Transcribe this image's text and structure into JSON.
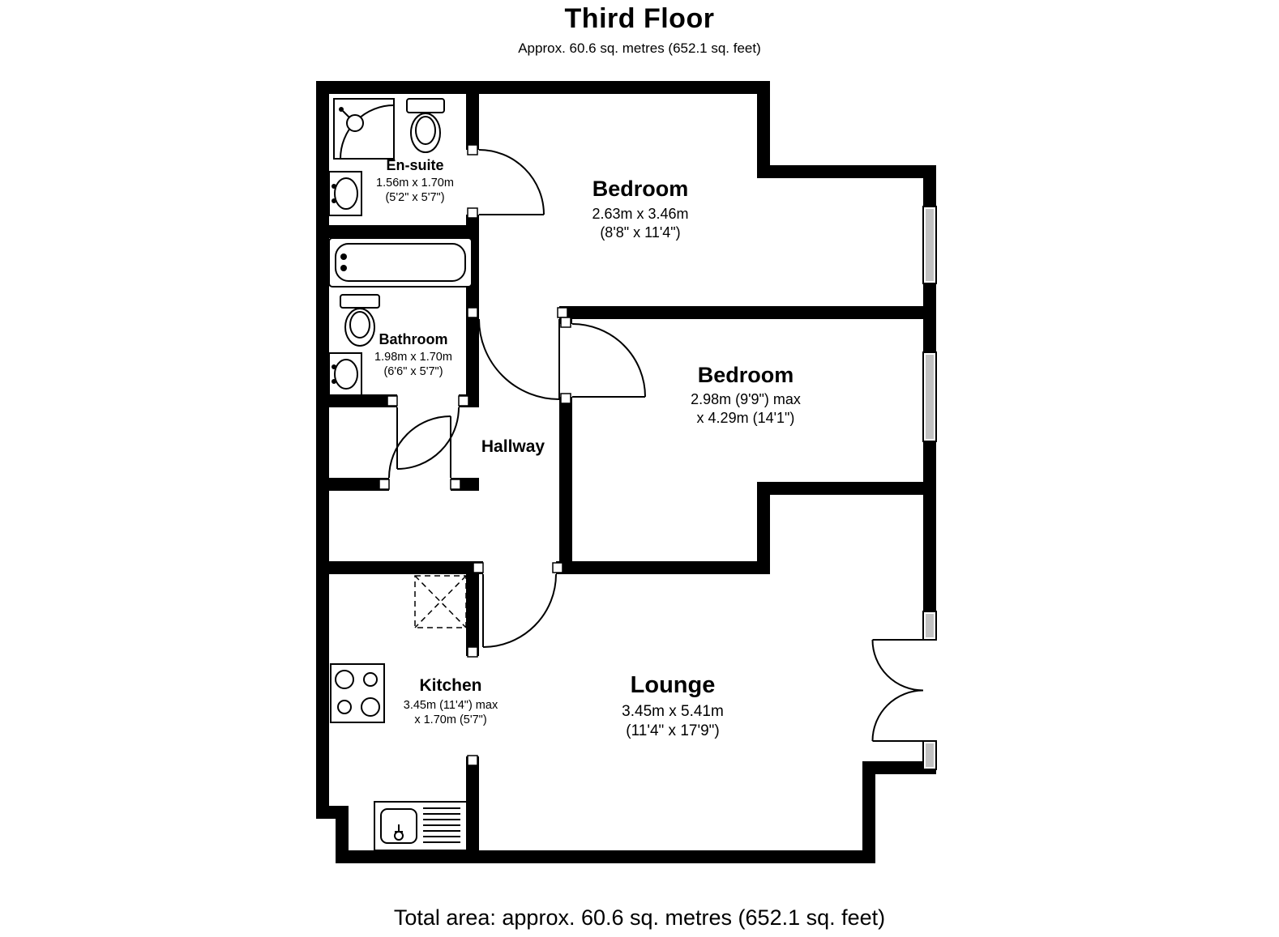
{
  "header": {
    "title": "Third Floor",
    "subtitle": "Approx. 60.6 sq. metres (652.1 sq. feet)"
  },
  "rooms": {
    "bedroom1": {
      "name": "Bedroom",
      "dims_metric": "2.63m x 3.46m",
      "dims_imperial": "(8'8\" x 11'4\")"
    },
    "bedroom2": {
      "name": "Bedroom",
      "dims_line1": "2.98m (9'9\") max",
      "dims_line2": "x 4.29m (14'1\")"
    },
    "ensuite": {
      "name": "En-suite",
      "dims_metric": "1.56m x 1.70m",
      "dims_imperial": "(5'2\" x 5'7\")"
    },
    "bathroom": {
      "name": "Bathroom",
      "dims_metric": "1.98m x 1.70m",
      "dims_imperial": "(6'6\" x 5'7\")"
    },
    "hallway": {
      "name": "Hallway"
    },
    "kitchen": {
      "name": "Kitchen",
      "dims_line1": "3.45m (11'4\") max",
      "dims_line2": "x 1.70m (5'7\")"
    },
    "lounge": {
      "name": "Lounge",
      "dims_metric": "3.45m x 5.41m",
      "dims_imperial": "(11'4\" x 17'9\")"
    }
  },
  "footer": {
    "total_area": "Total area: approx. 60.6 sq. metres (652.1 sq. feet)"
  },
  "colors": {
    "wall": "#000000",
    "window_fill": "#c2c2c2",
    "background": "#ffffff"
  }
}
